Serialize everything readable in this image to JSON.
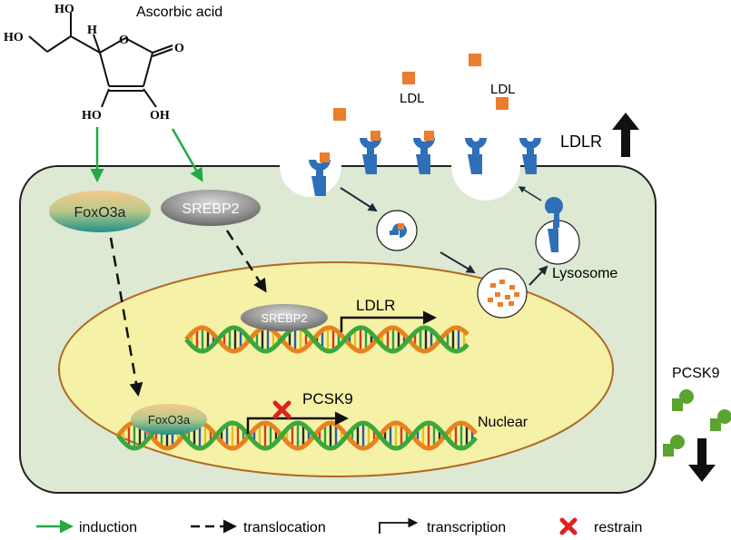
{
  "molecule": {
    "name": "Ascorbic acid",
    "atom_labels": [
      "HO",
      "HO",
      "H",
      "O",
      "O",
      "HO",
      "OH"
    ]
  },
  "factors": {
    "foxo3a": "FoxO3a",
    "srebp2": "SREBP2"
  },
  "ldl": {
    "label_1": "LDL",
    "label_2": "LDL"
  },
  "receptor": {
    "label": "LDLR"
  },
  "lysosome": {
    "label": "Lysosome"
  },
  "nucleus": {
    "label": "Nuclear",
    "srebp2_label": "SREBP2",
    "ldlr_gene_label": "LDLR",
    "foxo3a_label": "FoxO3a",
    "pcsk9_gene_label": "PCSK9"
  },
  "pcsk9": {
    "label": "PCSK9"
  },
  "legend": {
    "induction": "induction",
    "translocation": "translocation",
    "transcription": "transcription",
    "restrain": "restrain"
  },
  "colors": {
    "cell": "#dde9d2",
    "nucleus": "#f5f1a6",
    "nucleus_border": "#b06826",
    "ldl": "#ec7c2e",
    "ldlr": "#2f6fb8",
    "pcsk9": "#5aa32e",
    "induction": "#22aa44",
    "restrain": "#e0201c"
  }
}
